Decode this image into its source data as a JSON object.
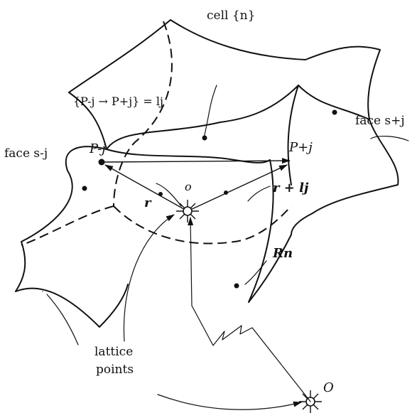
{
  "labels": {
    "cell": "cell {n}",
    "interval": "{P-j → P+j} = lj",
    "face_minus": "face s-j",
    "face_plus": "face s+j",
    "p_minus": "P-j",
    "p_plus": "P+j",
    "origin_cell": "o",
    "r": "r",
    "r_plus_l": "r + lj",
    "R_n": "Rn",
    "lattice_points": [
      "lattice",
      "points"
    ],
    "origin_global": "O"
  }
}
